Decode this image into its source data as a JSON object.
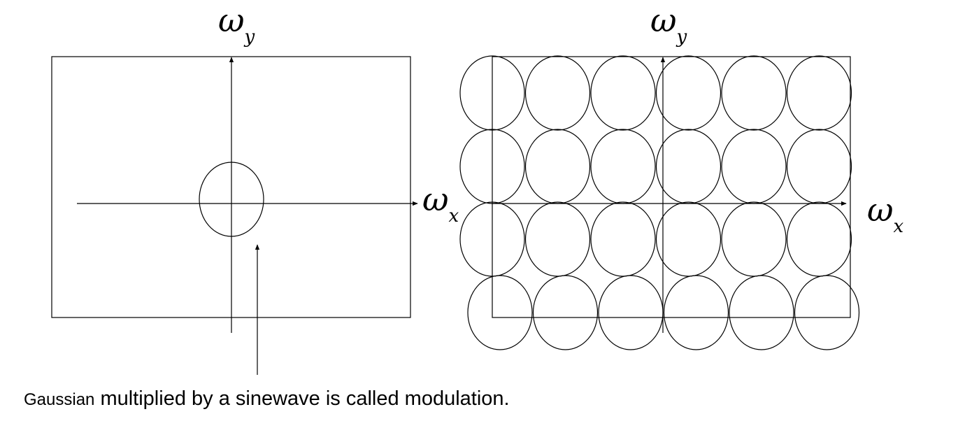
{
  "left_panel": {
    "y_label": {
      "main": "ω",
      "sub": "y"
    },
    "x_label": {
      "main": "ω",
      "sub": "x"
    }
  },
  "right_panel": {
    "y_label": {
      "main": "ω",
      "sub": "y"
    },
    "x_label": {
      "main": "ω",
      "sub": "x"
    },
    "circle_grid": {
      "rows": 4,
      "cols": 6
    }
  },
  "caption": {
    "first_word": "Gaussian",
    "rest": " multiplied by a sinewave is called modulation."
  }
}
